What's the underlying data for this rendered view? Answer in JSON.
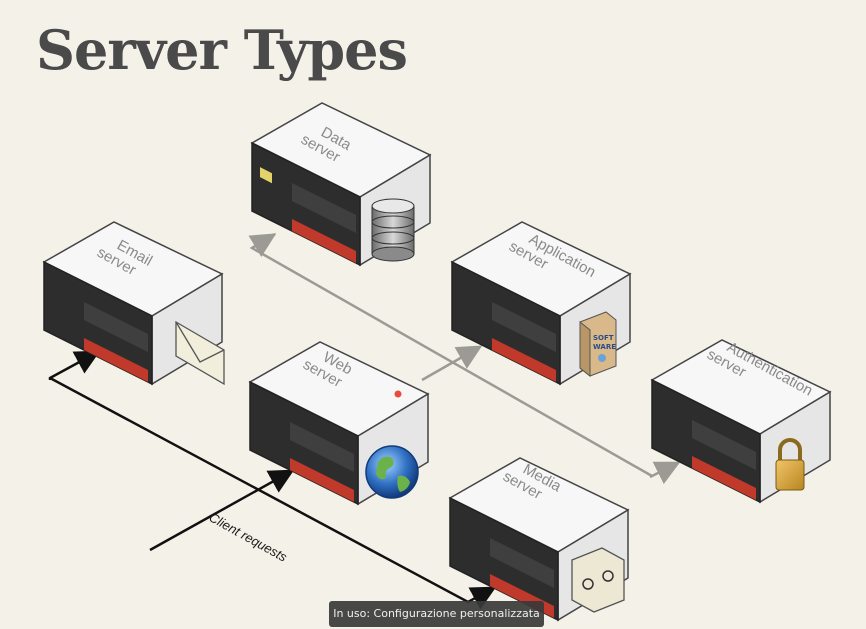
{
  "title": "Server Types",
  "servers": {
    "data": {
      "line1": "Data",
      "line2": "server"
    },
    "email": {
      "line1": "Email",
      "line2": "server"
    },
    "application": {
      "line1": "Application",
      "line2": "server"
    },
    "web": {
      "line1": "Web",
      "line2": "server"
    },
    "authentication": {
      "line1": "Authentication",
      "line2": "server"
    },
    "media": {
      "line1": "Media",
      "line2": "server"
    }
  },
  "client_requests_label": "Client requests",
  "software_box": {
    "line1": "SOFT",
    "line2": "WARE"
  },
  "status_bar": "In uso: Configurazione personalizzata",
  "colors": {
    "background": "#f4f1e8",
    "title": "#4a4a4a",
    "server_face": "#2d2d2d",
    "server_accent": "#c0392b",
    "arrow_gray": "#9c9a94",
    "arrow_black": "#111111"
  }
}
